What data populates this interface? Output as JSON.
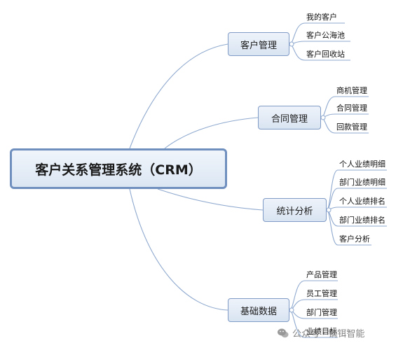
{
  "root": {
    "label": "客户关系管理系统（CRM）"
  },
  "branches": [
    {
      "label": "客户管理",
      "children": [
        "我的客户",
        "客户公海池",
        "客户回收站"
      ]
    },
    {
      "label": "合同管理",
      "children": [
        "商机管理",
        "合同管理",
        "回款管理"
      ]
    },
    {
      "label": "统计分析",
      "children": [
        "个人业绩明细",
        "部门业绩明细",
        "个人业绩排名",
        "部门业绩排名",
        "客户分析"
      ]
    },
    {
      "label": "基础数据",
      "children": [
        "产品管理",
        "员工管理",
        "部门管理",
        "业绩目标"
      ]
    }
  ],
  "watermark": {
    "text": "公众号 · 镝铒智能",
    "icon": "wechat-icon"
  }
}
